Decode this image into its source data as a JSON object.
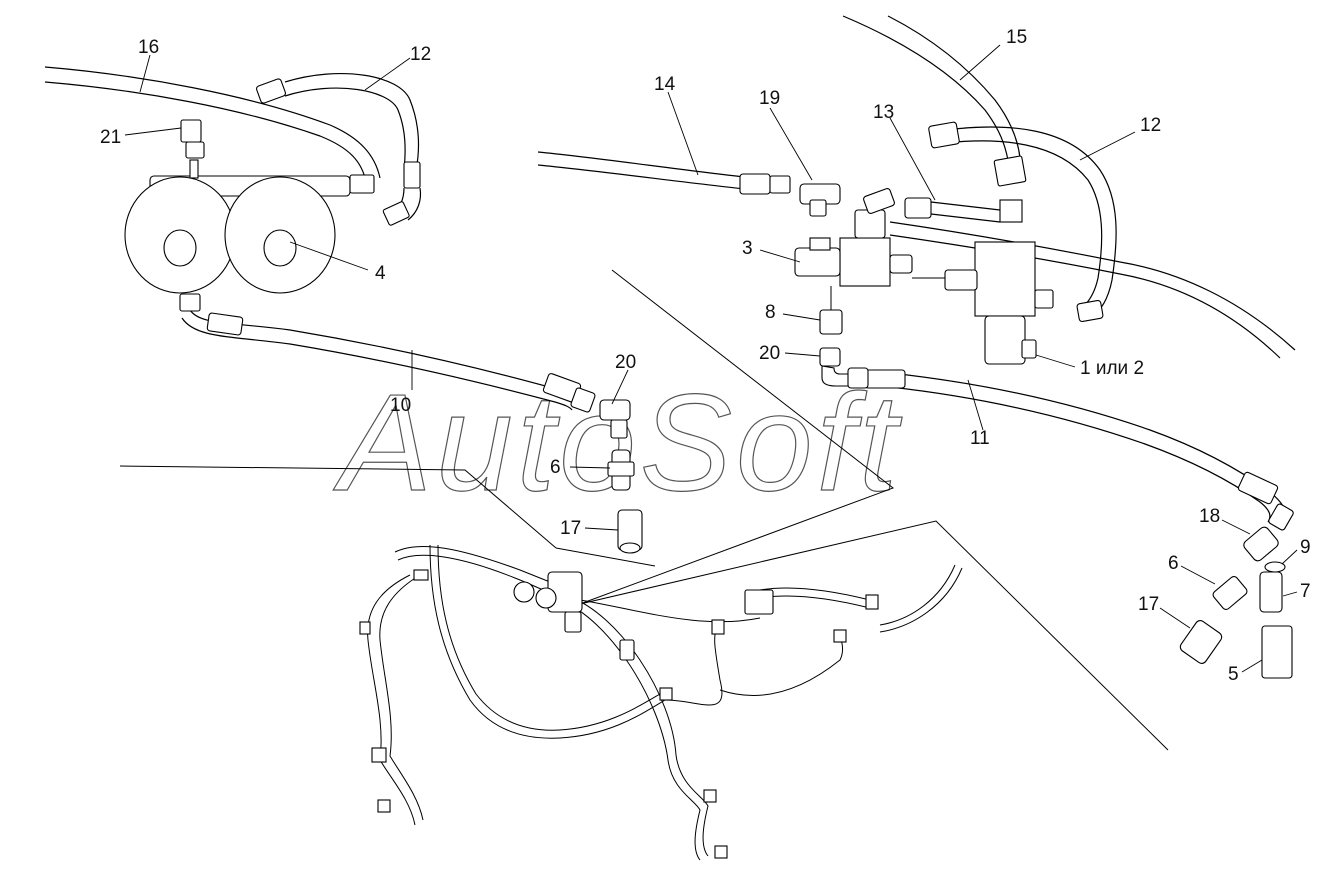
{
  "watermark": "AutoSoft",
  "callouts": [
    {
      "id": "c16",
      "label": "16"
    },
    {
      "id": "c12a",
      "label": "12"
    },
    {
      "id": "c21",
      "label": "21"
    },
    {
      "id": "c4",
      "label": "4"
    },
    {
      "id": "c14",
      "label": "14"
    },
    {
      "id": "c19",
      "label": "19"
    },
    {
      "id": "c13",
      "label": "13"
    },
    {
      "id": "c15",
      "label": "15"
    },
    {
      "id": "c12b",
      "label": "12"
    },
    {
      "id": "c3",
      "label": "3"
    },
    {
      "id": "c8",
      "label": "8"
    },
    {
      "id": "c20a",
      "label": "20"
    },
    {
      "id": "c1or2",
      "label": "1 или 2"
    },
    {
      "id": "c11",
      "label": "11"
    },
    {
      "id": "c20b",
      "label": "20"
    },
    {
      "id": "c10",
      "label": "10"
    },
    {
      "id": "c6a",
      "label": "6"
    },
    {
      "id": "c17a",
      "label": "17"
    },
    {
      "id": "c18",
      "label": "18"
    },
    {
      "id": "c9",
      "label": "9"
    },
    {
      "id": "c6b",
      "label": "6"
    },
    {
      "id": "c7",
      "label": "7"
    },
    {
      "id": "c17b",
      "label": "17"
    },
    {
      "id": "c5",
      "label": "5"
    }
  ]
}
